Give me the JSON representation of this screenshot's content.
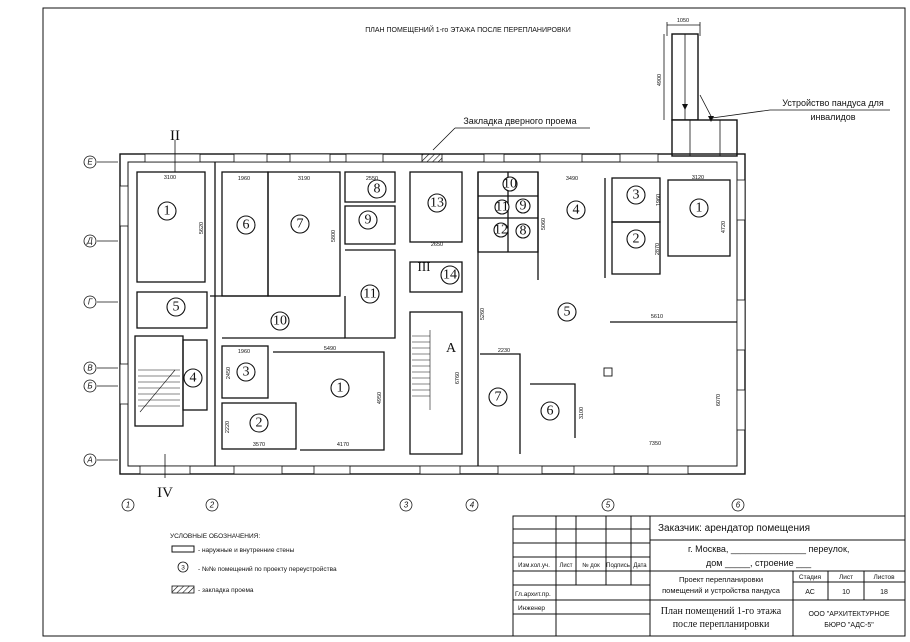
{
  "title": "ПЛАН ПОМЕЩЕНИЙ 1-го ЭТАЖА ПОСЛЕ ПЕРЕПЛАНИРОВКИ",
  "callouts": {
    "door_fill": "Закладка дверного проема",
    "ramp_line1": "Устройство пандуса для",
    "ramp_line2": "инвалидов",
    "ramp_width": "1050",
    "ramp_length": "4900"
  },
  "section_marks": {
    "top": "II",
    "bottom": "IV",
    "stair_corridor": "III",
    "stair_a": "A"
  },
  "axes": {
    "rows": [
      "Е",
      "Д",
      "Г",
      "В",
      "Б",
      "А"
    ],
    "cols": [
      "1",
      "2",
      "3",
      "4",
      "5",
      "6"
    ]
  },
  "rooms": {
    "left_1": "1",
    "left_6": "6",
    "left_7": "7",
    "left_8": "8",
    "left_9": "9",
    "left_5": "5",
    "left_11": "11",
    "left_10": "10",
    "left_4": "4",
    "left_3": "3",
    "left_2": "2",
    "left_1b": "1",
    "mid_13": "13",
    "mid_14": "14",
    "right_10": "10",
    "right_11": "11",
    "right_9": "9",
    "right_12": "12",
    "right_8": "8",
    "right_4": "4",
    "right_3": "3",
    "right_2": "2",
    "right_1": "1",
    "right_5": "5",
    "right_7": "7",
    "right_6": "6"
  },
  "dims": {
    "d3100": "3100",
    "d5620": "5620",
    "d1960": "1960",
    "d3190": "3190",
    "d2550": "2550",
    "d5800": "5800",
    "d2650": "2650",
    "d5490": "5490",
    "d1960b": "1960",
    "d2450": "2450",
    "d4950": "4950",
    "d2220": "2220",
    "d3570": "3570",
    "d4170": "4170",
    "d6760": "6760",
    "d3490": "3490",
    "d5060": "5060",
    "d1960c": "1960",
    "d3120": "3120",
    "d4720": "4720",
    "d2870": "2870",
    "d5260": "5260",
    "d5610": "5610",
    "d2230": "2230",
    "d3100b": "3100",
    "d6070": "6070",
    "d7350": "7350"
  },
  "legend": {
    "title": "УСЛОВНЫЕ ОБОЗНАЧЕНИЯ:",
    "walls": "- наружные и внутренние стены",
    "room_marker": "3",
    "rooms": "- №№ помещений по проекту переустройства",
    "door": "- закладка проема"
  },
  "title_block": {
    "customer": "Заказчик: арендатор помещения",
    "address1": "г. Москва, _______________ переулок,",
    "address2": "дом _____, строение ___",
    "col_izm": "Изм.кол.уч.",
    "col_list": "Лист",
    "col_doc": "№ док",
    "col_sign": "Подпись",
    "col_date": "Дата",
    "project_line1": "Проект перепланировки",
    "project_line2": "помещений и устройства пандуса",
    "role1": "Гл.архит.пр.",
    "role2": "Инженер",
    "sheet_title1": "План помещений 1-го этажа",
    "sheet_title2": "после перепланировки",
    "h_stage": "Стадия",
    "h_sheet": "Лист",
    "h_sheets": "Листов",
    "v_stage": "АС",
    "v_sheet": "10",
    "v_sheets": "18",
    "company1": "ООО \"АРХИТЕКТУРНОЕ",
    "company2": "БЮРО \"АДС-5\""
  }
}
